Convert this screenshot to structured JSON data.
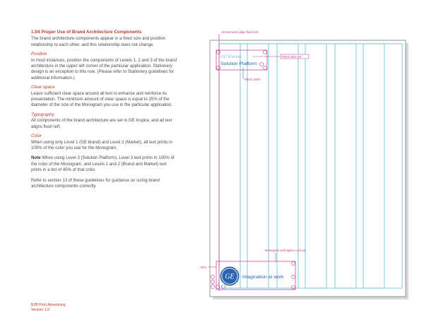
{
  "left_column": {
    "section_title": "1.04  Proper Use of Brand Architecture Components",
    "intro": "The brand architecture components appear in a fixed size and position relationship to each other, and this relationship does not change.",
    "position_heading": "Position",
    "position_text": "In most instances, position the components of Levels 1, 2 and 3 of the brand architecture in the upper left corner of the particular application. Stationery design is an exception to this rule. (Please refer to Stationery guidelines for additional information.)",
    "clear_space_heading": "Clear space",
    "clear_space_text": "Leave sufficient clear space around all text to enhance and reinforce its presentation. The minimum amount of clear space is equal to 25% of the diameter of the size of the Monogram you use in the particular application.",
    "typography_heading": "Typography",
    "typography_text": "All components of the brand architecture are set in GE Inspira, and all text aligns flush left.",
    "color_heading": "Color",
    "color_text": "When using only Level 1 (GE brand) and Level 2 (Market), all text prints in 100% of the color you use for the Monogram.",
    "note_label": "Note",
    "note_text": " When using Level 3 (Solution Platform), Level 3 text prints in 100% of the color of the Monogram, and Levels 1 and 2 (Brand and Market) text prints in a tint of 40% of that color.",
    "refer_text": "Refer to section 13 of these guidelines for guidance on sizing brand architecture components correctly."
  },
  "footer": {
    "line1": "B2B Print Advertising",
    "line2": "Version 1.0"
  },
  "diagram": {
    "callout_align": "All elements align flush left",
    "callout_40": "Prints 40% tint",
    "callout_100": "Prints 100%",
    "callout_monogram": "Monogram and tagline Lock-up",
    "callout_25": "25%",
    "level2_text": "GE Market",
    "level3_text": "Solution Platform",
    "monogram_text": "GE",
    "tagline_text": "imagination at work",
    "colors": {
      "magenta": "#c2338f",
      "cyan": "#6cc6d6",
      "ge_blue": "#2a63ad",
      "light_blue": "#8fc3dc"
    }
  }
}
